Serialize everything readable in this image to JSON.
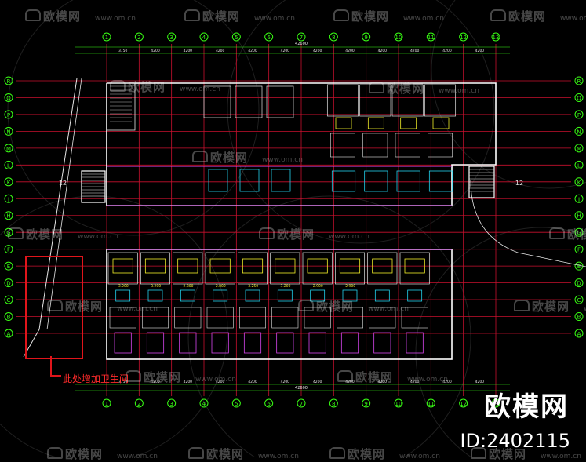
{
  "plan": {
    "axes_top": [
      "1",
      "2",
      "3",
      "4",
      "5",
      "6",
      "7",
      "8",
      "9",
      "10",
      "11",
      "12",
      "13"
    ],
    "axes_side": [
      "R",
      "Q",
      "P",
      "N",
      "M",
      "L",
      "K",
      "J",
      "H",
      "G",
      "F",
      "E",
      "D",
      "C",
      "B",
      "A"
    ],
    "total_dim": "42600",
    "bays": [
      "3750",
      "4200",
      "4200",
      "4200",
      "4200",
      "4200",
      "4200",
      "4200",
      "4200",
      "4200",
      "4200",
      "4200"
    ],
    "stair_no_left": "12",
    "stair_no_right": "12",
    "room_labels": [
      "3.200",
      "3.200",
      "2.800",
      "2.800",
      "3.250",
      "3.200",
      "2.900",
      "2.900"
    ],
    "annotation": "此处增加卫生间",
    "colors": {
      "line": "#e6e6e6",
      "grid": "#c8102e",
      "wall": "#ffffff",
      "yellow": "#f3ef2a",
      "cyan": "#22d3ee",
      "magenta": "#d946ef",
      "green": "#39ff14",
      "red": "#e0151b"
    }
  },
  "watermark": {
    "brand": "欧模网",
    "url": "www.om.cn"
  },
  "branding": {
    "title": "欧模网",
    "id": "ID:2402115"
  }
}
